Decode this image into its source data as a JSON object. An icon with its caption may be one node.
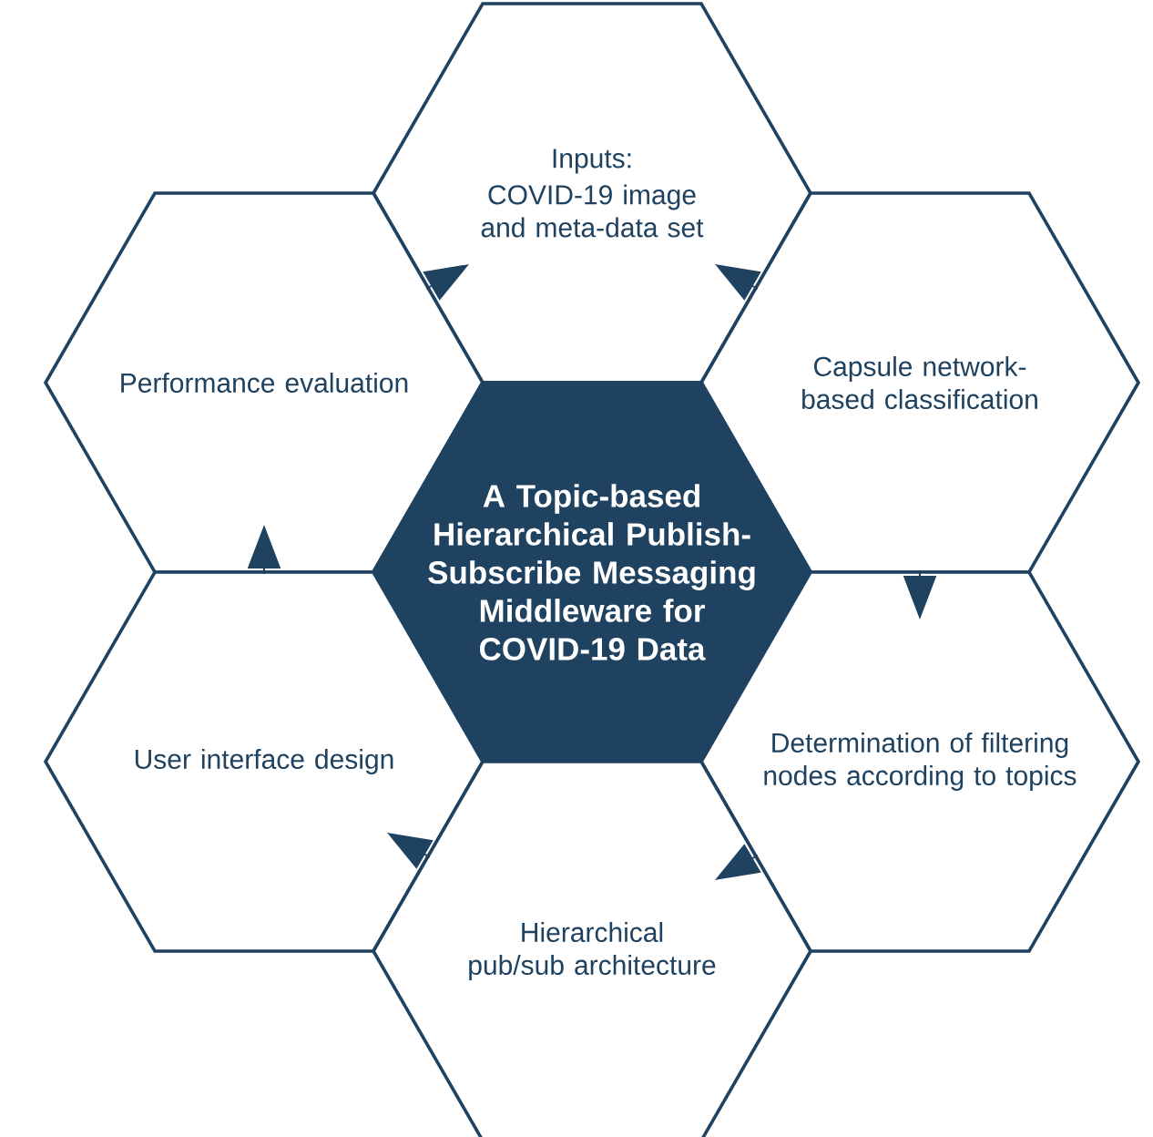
{
  "diagram": {
    "nodes": [
      {
        "text": [
          "Inputs:",
          "COVID-19 image and meta-data set"
        ]
      },
      {
        "text": [
          "Performance evaluation"
        ]
      },
      {
        "text": [
          "Capsule network-based classification"
        ]
      },
      {
        "text": [
          "A Topic-based Hierarchical Publish-Subscribe Messaging Middleware for COVID-19 Data"
        ]
      },
      {
        "text": [
          "User interface design"
        ]
      },
      {
        "text": [
          "Determination of filtering nodes according to topics"
        ]
      },
      {
        "text": [
          "Hierarchical pub/sub architecture"
        ]
      }
    ],
    "edges": [
      {
        "from": 2,
        "to": 0,
        "arrow": "to"
      },
      {
        "from": 2,
        "to": 5,
        "arrow": "to"
      },
      {
        "from": 5,
        "to": 6,
        "arrow": "to"
      },
      {
        "from": 6,
        "to": 4,
        "arrow": "to"
      },
      {
        "from": 4,
        "to": 1,
        "arrow": "to"
      },
      {
        "from": 1,
        "to": 0,
        "arrow": "to"
      }
    ]
  }
}
